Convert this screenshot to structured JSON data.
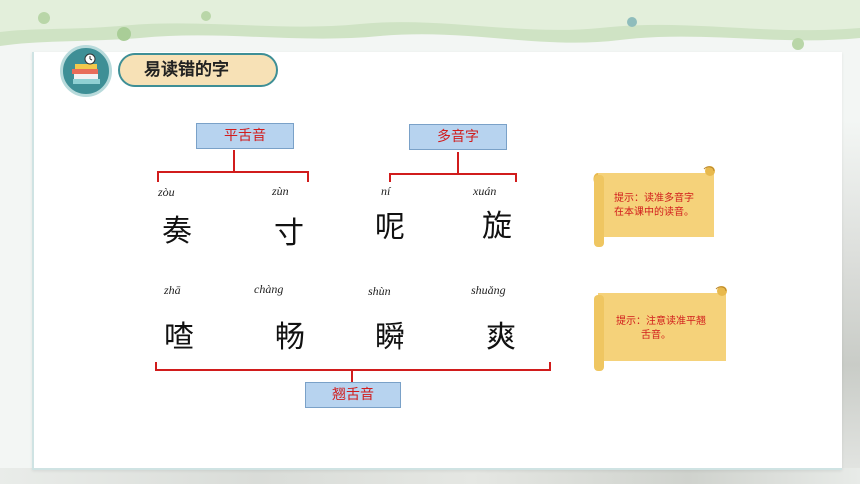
{
  "title": "易读错的字",
  "labels": {
    "flat_tongue": "平舌音",
    "polyphone": "多音字",
    "retroflex": "翘舌音"
  },
  "row1": [
    {
      "pinyin": "zòu",
      "char": "奏"
    },
    {
      "pinyin": "zùn",
      "char": "寸"
    },
    {
      "pinyin": "ní",
      "char": "呢"
    },
    {
      "pinyin": "xuán",
      "char": "旋"
    }
  ],
  "row2": [
    {
      "pinyin": "zhā",
      "char": "喳"
    },
    {
      "pinyin": "chàng",
      "char": "畅"
    },
    {
      "pinyin": "shùn",
      "char": "瞬"
    },
    {
      "pinyin": "shuǎng",
      "char": "爽"
    }
  ],
  "hints": {
    "hint1_line1": "提示：读准多音字",
    "hint1_line2": "在本课中的读音。",
    "hint2_line1": "提示：注意读准平翘",
    "hint2_line2": "舌音。"
  },
  "colors": {
    "accent_red": "#d11c1c",
    "label_blue": "#b7d3ef",
    "teal": "#3e8f96",
    "scroll_yellow": "#f5d27a"
  },
  "icons": {
    "title_icon": "books-clock-icon"
  }
}
